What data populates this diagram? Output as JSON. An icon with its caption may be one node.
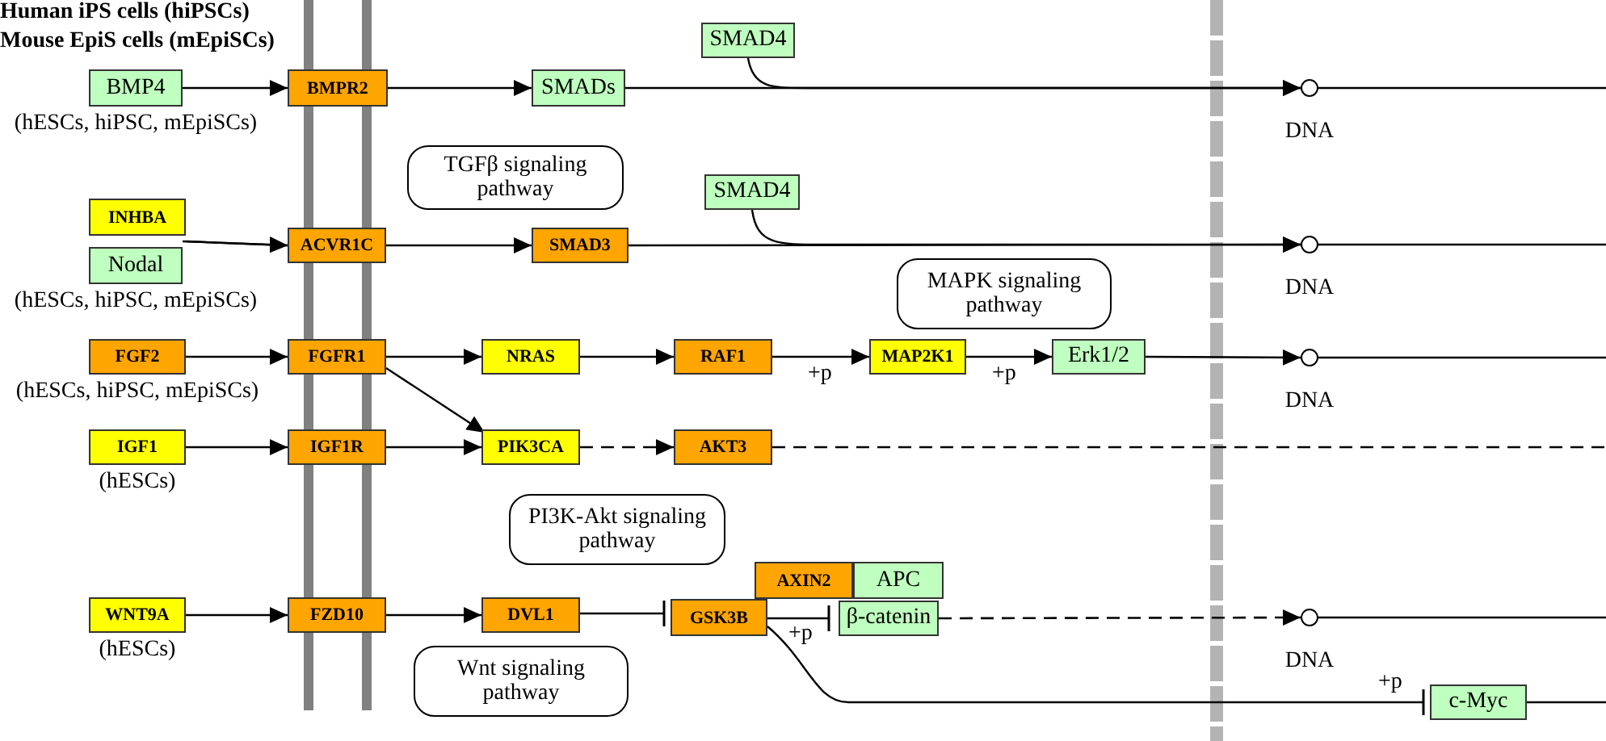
{
  "diagram": {
    "nodes": [
      {
        "text": [
          "BMP4"
        ],
        "beside": [
          "(hESCs, hiPSC, mEpiSCs)"
        ]
      },
      {
        "text": [
          "BMPR2"
        ]
      },
      {
        "text": [
          "SMADs"
        ]
      },
      {
        "text": [
          "SMAD4"
        ]
      },
      {
        "text": [],
        "shape": "circle",
        "beside": [
          "DNA"
        ]
      },
      {
        "text": [
          "TGFβ signaling pathway"
        ]
      },
      {
        "text": [
          "INHBA"
        ]
      },
      {
        "text": [
          "Nodal"
        ],
        "beside": [
          "(hESCs, hiPSC, mEpiSCs)"
        ]
      },
      {
        "text": [
          "ACVR1C"
        ]
      },
      {
        "text": [
          "SMAD3"
        ]
      },
      {
        "text": [
          "SMAD4"
        ]
      },
      {
        "text": [],
        "shape": "circle",
        "beside": [
          "DNA"
        ]
      },
      {
        "text": [
          "MAPK signaling pathway"
        ]
      },
      {
        "text": [
          "FGF2"
        ],
        "beside": [
          "(hESCs, hiPSC, mEpiSCs)"
        ]
      },
      {
        "text": [
          "FGFR1"
        ]
      },
      {
        "text": [
          "NRAS"
        ]
      },
      {
        "text": [
          "RAF1"
        ]
      },
      {
        "text": [
          "MAP2K1"
        ]
      },
      {
        "text": [
          "Erk1/2"
        ]
      },
      {
        "text": [],
        "shape": "circle",
        "beside": [
          "DNA"
        ]
      },
      {
        "text": [
          "IGF1"
        ],
        "beside": [
          "(hESCs)"
        ]
      },
      {
        "text": [
          "IGF1R"
        ]
      },
      {
        "text": [
          "PIK3CA"
        ]
      },
      {
        "text": [
          "AKT3"
        ]
      },
      {
        "text": [
          "PI3K-Akt signaling pathway"
        ]
      },
      {
        "text": [
          "AXIN2"
        ]
      },
      {
        "text": [
          "APC"
        ]
      },
      {
        "text": [
          "WNT9A"
        ],
        "beside": [
          "(hESCs)"
        ]
      },
      {
        "text": [
          "FZD10"
        ]
      },
      {
        "text": [
          "DVL1"
        ]
      },
      {
        "text": [
          "GSK3B"
        ]
      },
      {
        "text": [
          "β-catenin"
        ]
      },
      {
        "text": [],
        "shape": "circle",
        "beside": [
          "DNA"
        ]
      },
      {
        "text": [
          "Wnt signaling pathway"
        ]
      },
      {
        "text": [
          "c-Myc"
        ]
      }
    ],
    "edges": [
      {
        "from": 0,
        "to": 1,
        "arrow": "to"
      },
      {
        "from": 1,
        "to": 2,
        "arrow": "to"
      },
      {
        "from": 2,
        "to": 4,
        "arrow": "to"
      },
      {
        "from": 3,
        "to": 4,
        "arrow": "to"
      },
      {
        "from": 4,
        "to": null,
        "arrow": "none"
      },
      {
        "from": 6,
        "to": 8,
        "arrow": "to"
      },
      {
        "from": 7,
        "to": 8,
        "arrow": "to"
      },
      {
        "from": 8,
        "to": 9,
        "arrow": "to"
      },
      {
        "from": 9,
        "to": 11,
        "arrow": "to"
      },
      {
        "from": 10,
        "to": 11,
        "arrow": "to"
      },
      {
        "from": 11,
        "to": null,
        "arrow": "none"
      },
      {
        "from": 13,
        "to": 14,
        "arrow": "to"
      },
      {
        "from": 14,
        "to": 15,
        "arrow": "to"
      },
      {
        "from": 14,
        "to": 22,
        "arrow": "to"
      },
      {
        "from": 15,
        "to": 16,
        "arrow": "to"
      },
      {
        "from": 16,
        "to": 17,
        "arrow": "to",
        "label": "+p"
      },
      {
        "from": 17,
        "to": 18,
        "arrow": "to",
        "label": "+p"
      },
      {
        "from": 18,
        "to": 19,
        "arrow": "to"
      },
      {
        "from": 19,
        "to": null,
        "arrow": "none"
      },
      {
        "from": 20,
        "to": 21,
        "arrow": "to"
      },
      {
        "from": 21,
        "to": 22,
        "arrow": "to"
      },
      {
        "from": 22,
        "to": 23,
        "arrow": "to",
        "style": "dashed"
      },
      {
        "from": 23,
        "to": null,
        "arrow": "none",
        "style": "dashed"
      },
      {
        "from": 27,
        "to": 28,
        "arrow": "to"
      },
      {
        "from": 28,
        "to": 29,
        "arrow": "to"
      },
      {
        "from": 29,
        "to": 30,
        "arrow": "other"
      },
      {
        "from": 30,
        "to": 31,
        "arrow": "other",
        "label": "+p"
      },
      {
        "from": 31,
        "to": 32,
        "arrow": "to",
        "style": "dashed"
      },
      {
        "from": 32,
        "to": null,
        "arrow": "none"
      },
      {
        "from": 30,
        "to": 34,
        "arrow": "other",
        "label": "+p"
      },
      {
        "from": 34,
        "to": null,
        "arrow": "none"
      }
    ],
    "labels": [
      "Human iPS cells (hiPSCs)",
      "Mouse EpiS cells (mEpiSCs)"
    ]
  }
}
